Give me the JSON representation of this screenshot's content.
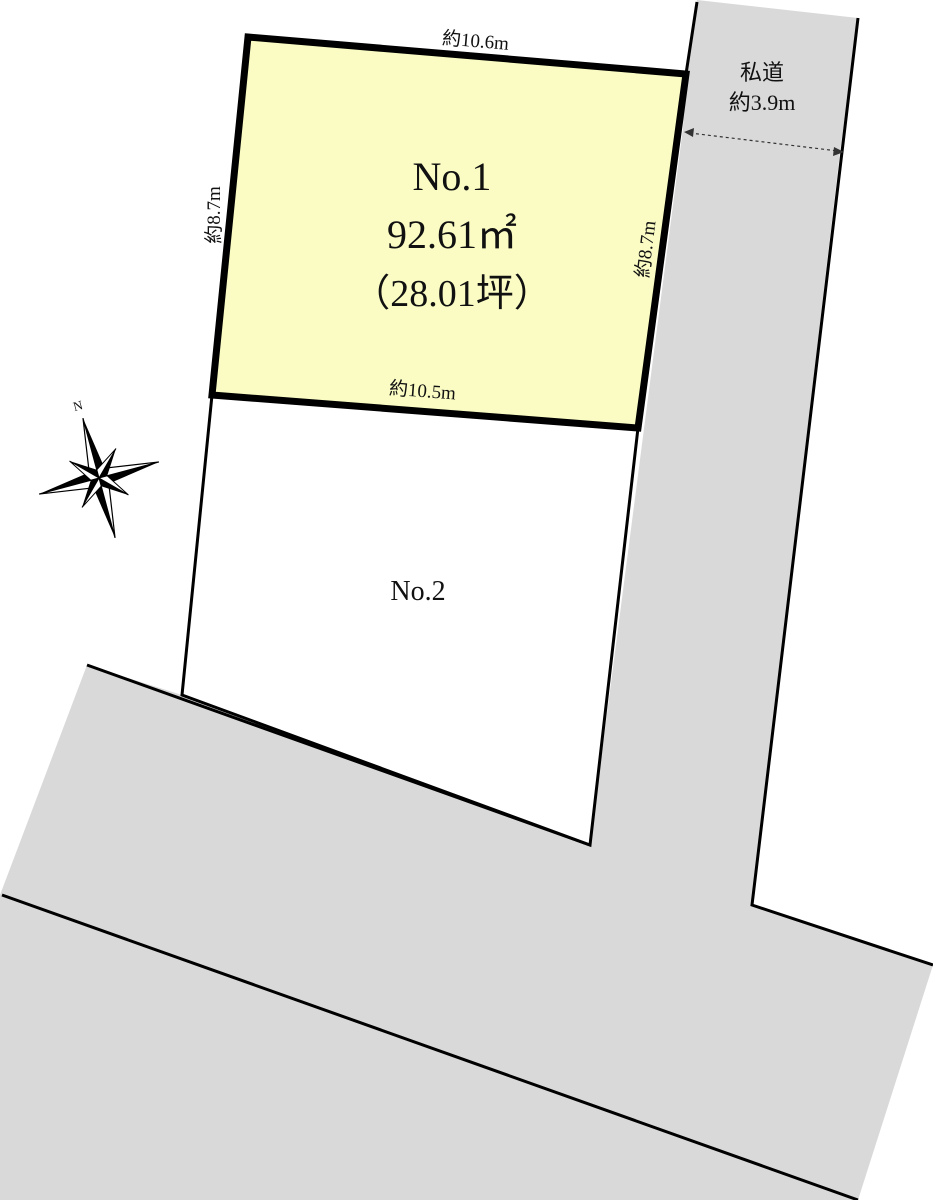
{
  "lots": [
    {
      "name": "No.1",
      "area_m2": "92.61㎡",
      "area_tsubo": "（28.01坪）",
      "dimensions": {
        "top": "約10.6m",
        "bottom": "約10.5m",
        "left": "約8.7m",
        "right": "約8.7m"
      }
    },
    {
      "name": "No.2"
    }
  ],
  "private_road": {
    "label": "私道",
    "width": "約3.9m"
  },
  "compass": {
    "north_label": "N"
  },
  "colors": {
    "lot1_fill": "#fafcc4",
    "road_fill": "#d9d9d9",
    "outline": "#000000"
  }
}
